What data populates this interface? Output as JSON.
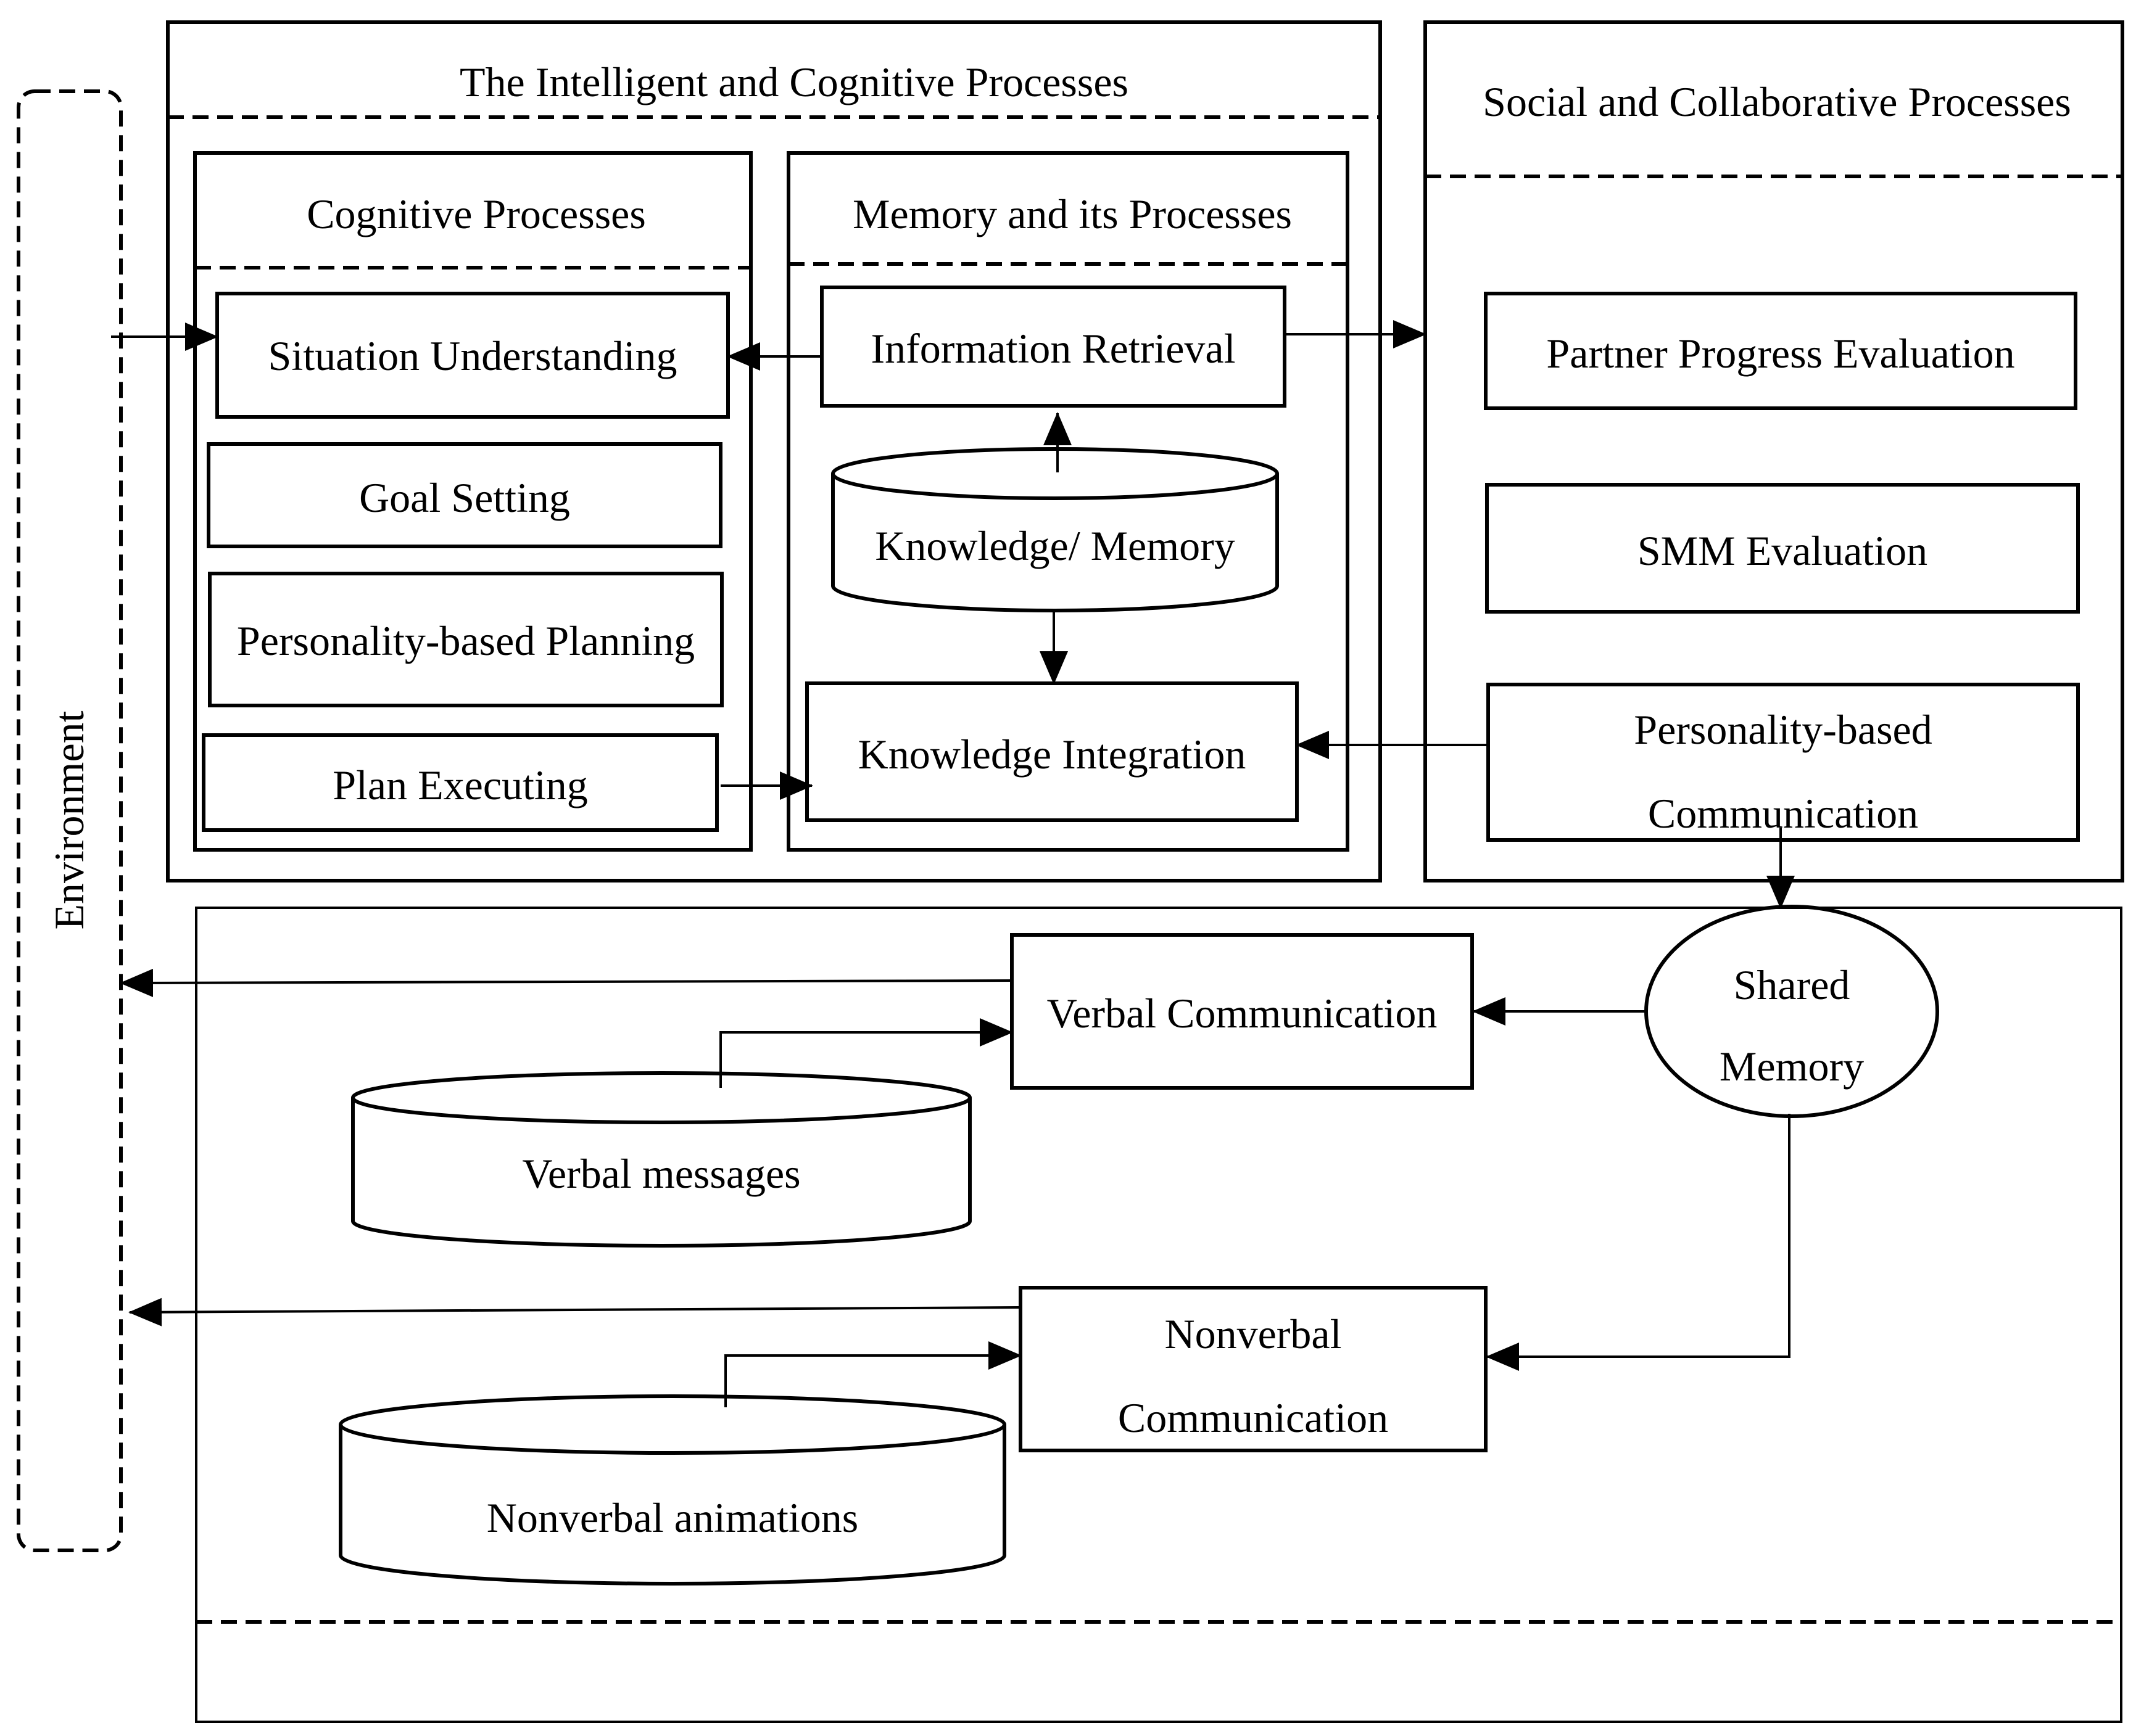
{
  "panels": {
    "environment": "Environment",
    "intelligent_cognitive": "The Intelligent and Cognitive Processes",
    "social_collaborative": "Social and Collaborative Processes",
    "cognitive_processes": "Cognitive Processes",
    "memory_processes": "Memory and its Processes"
  },
  "cognitive": {
    "situation_understanding": "Situation Understanding",
    "goal_setting": "Goal Setting",
    "personality_planning": "Personality-based Planning",
    "plan_executing": "Plan Executing"
  },
  "memory": {
    "information_retrieval": "Information Retrieval",
    "knowledge_memory": "Knowledge/ Memory",
    "knowledge_integration": "Knowledge Integration"
  },
  "social": {
    "partner_progress": "Partner Progress Evaluation",
    "smm_evaluation": "SMM Evaluation",
    "personality_communication_line1": "Personality-based",
    "personality_communication_line2": "Communication"
  },
  "communication": {
    "shared_memory_line1": "Shared",
    "shared_memory_line2": "Memory",
    "verbal_communication": "Verbal Communication",
    "verbal_messages": "Verbal messages",
    "nonverbal_communication_line1": "Nonverbal",
    "nonverbal_communication_line2": "Communication",
    "nonverbal_animations": "Nonverbal animations"
  }
}
